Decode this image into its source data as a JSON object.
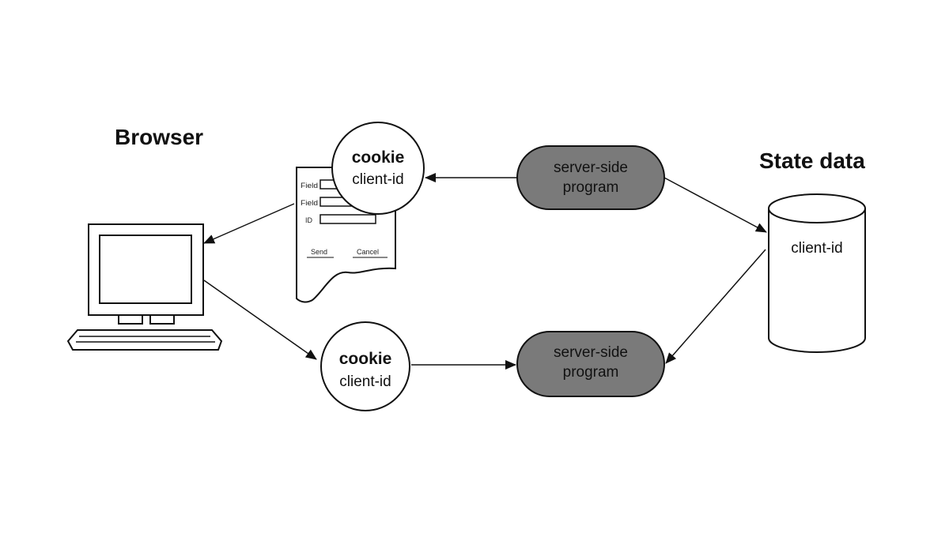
{
  "labels": {
    "browser": "Browser",
    "state_data": "State data"
  },
  "cookie_top": {
    "title": "cookie",
    "value": "client-id"
  },
  "cookie_bottom": {
    "title": "cookie",
    "value": "client-id"
  },
  "server_top": {
    "line1": "server-side",
    "line2": "program"
  },
  "server_bottom": {
    "line1": "server-side",
    "line2": "program"
  },
  "database": {
    "value": "client-id"
  },
  "form": {
    "field1_label": "Field",
    "field2_label": "Field",
    "field3_label": "ID",
    "send_label": "Send",
    "cancel_label": "Cancel"
  },
  "colors": {
    "server_fill": "#7a7a7a",
    "stroke": "#111111",
    "background": "#ffffff"
  },
  "icons": [
    "computer-monitor-icon",
    "keyboard-icon",
    "database-cylinder-icon",
    "web-form-document-icon"
  ]
}
